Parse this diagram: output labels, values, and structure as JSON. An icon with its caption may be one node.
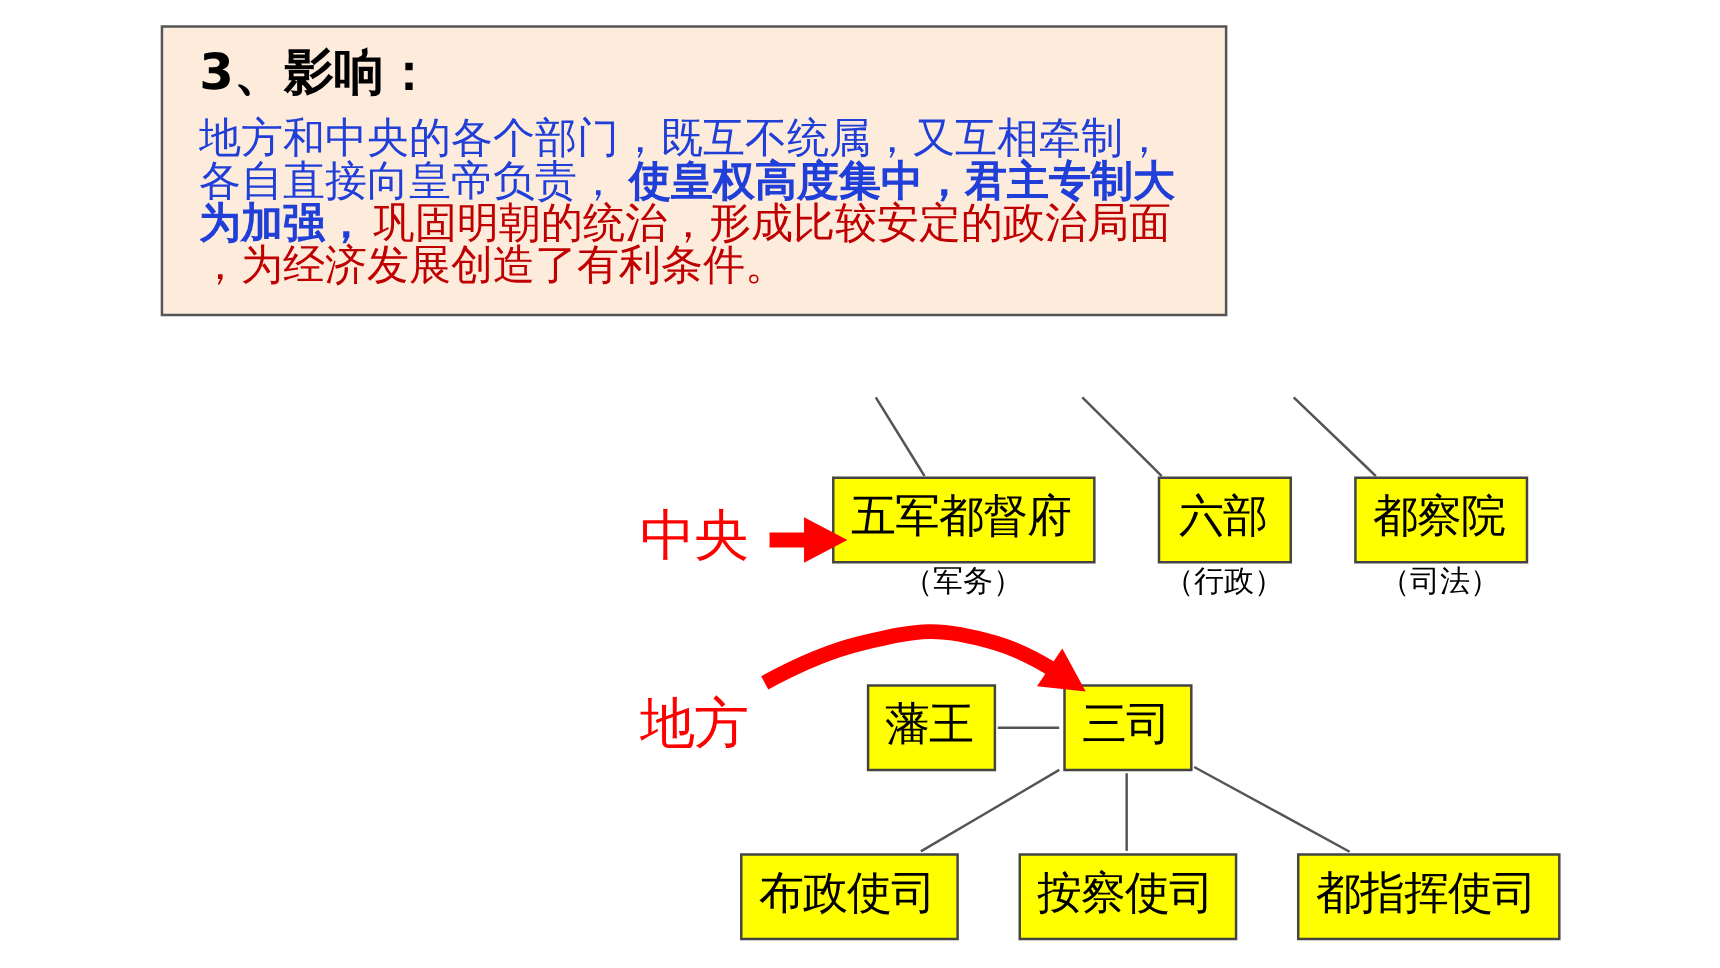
{
  "diagram": {
    "nodes": [
      {
        "text": [
          "3、影响：",
          "地方和中央的各个部门，既互不统属，又互相牵制，各自直接向皇帝负责，**使皇权高度集中，君主专制大为加强，**巩固明朝的统治，形成比较安定的政治局面，为经济发展创造了有利条件。"
        ]
      },
      {
        "text": [
          "中央"
        ]
      },
      {
        "text": [
          "五军都督府"
        ],
        "beside": [
          "（军务）"
        ]
      },
      {
        "text": [
          "六部"
        ],
        "beside": [
          "（行政）"
        ]
      },
      {
        "text": [
          "都察院"
        ],
        "beside": [
          "（司法）"
        ]
      },
      {
        "text": [
          "地方"
        ]
      },
      {
        "text": [
          "藩王"
        ]
      },
      {
        "text": [
          "三司"
        ]
      },
      {
        "text": [
          "布政使司"
        ]
      },
      {
        "text": [
          "按察使司"
        ]
      },
      {
        "text": [
          "都指挥使司"
        ]
      }
    ],
    "edges": [
      {
        "from": 1,
        "to": 2,
        "arrow": "to",
        "style": "thick",
        "color": "#ff0000"
      },
      {
        "from": null,
        "to": 2,
        "arrow": "none"
      },
      {
        "from": null,
        "to": 3,
        "arrow": "none"
      },
      {
        "from": null,
        "to": 4,
        "arrow": "none"
      },
      {
        "from": 5,
        "to": 7,
        "arrow": "to",
        "style": "thick",
        "color": "#ff0000"
      },
      {
        "from": 6,
        "to": 7,
        "arrow": "none"
      },
      {
        "from": 7,
        "to": 8,
        "arrow": "none"
      },
      {
        "from": 7,
        "to": 9,
        "arrow": "none"
      },
      {
        "from": 7,
        "to": 10,
        "arrow": "none"
      }
    ]
  }
}
